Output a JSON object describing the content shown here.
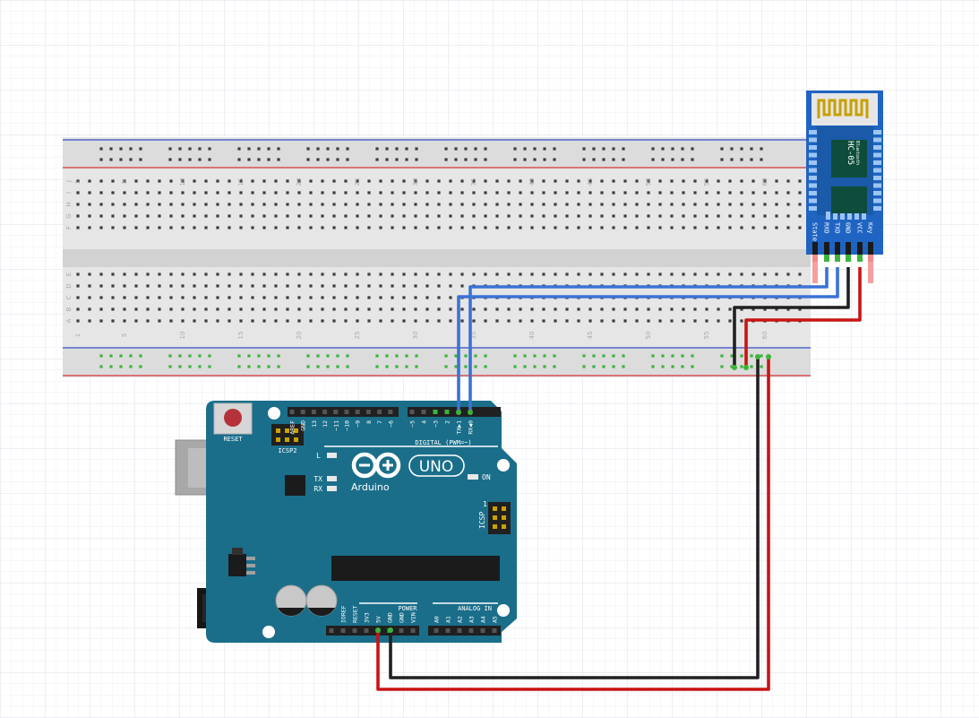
{
  "colors": {
    "grid_minor": "#eeeff5",
    "grid_major": "#dcdfea",
    "breadboard": "#e6e6e6",
    "breadboard_rail": "#dcdcdc",
    "rail_red": "#d8343a",
    "rail_blue": "#3550c8",
    "hole": "#3c3c3c",
    "hole_active": "#3cb43c",
    "arduino": "#1a6e8a",
    "arduino_dark": "#0f5570",
    "header": "#202020",
    "hc05": "#1f64c2",
    "hc05_pad": "#9ec5f2",
    "wire_blue": "#3a72d6",
    "wire_red": "#c81414",
    "wire_black": "#202020"
  },
  "breadboard": {
    "row_letters_top": [
      "J",
      "I",
      "H",
      "G",
      "F"
    ],
    "row_letters_bottom": [
      "E",
      "D",
      "C",
      "B",
      "A"
    ],
    "column_numbers": [
      "1",
      "5",
      "10",
      "15",
      "20",
      "25",
      "30",
      "35",
      "40",
      "45",
      "50",
      "55",
      "60"
    ]
  },
  "arduino": {
    "reset_label": "RESET",
    "icsp2_label": "ICSP2",
    "icsp_label": "ICSP",
    "icsp_pin1": "1",
    "led_l": "L",
    "led_tx": "TX",
    "led_rx": "RX",
    "led_on": "ON",
    "logo_text": "Arduino",
    "model_text": "UNO",
    "digital_label": "DIGITAL (PWM=~)",
    "power_label": "POWER",
    "analog_label": "ANALOG IN",
    "digital_pins": [
      "AREF",
      "GND",
      "13",
      "12",
      "~11",
      "~10",
      "~9",
      "8",
      "7",
      "~6",
      "~5",
      "4",
      "~3",
      "2",
      "TX▶1",
      "RX◀0"
    ],
    "power_pins": [
      "IOREF",
      "RESET",
      "3V3",
      "5V",
      "GND",
      "GND",
      "VIN"
    ],
    "analog_pins": [
      "A0",
      "A1",
      "A2",
      "A3",
      "A4",
      "A5"
    ]
  },
  "hc05": {
    "title": "HC-05",
    "subtitle": "Bluetooth",
    "pins": [
      "State",
      "RXD",
      "TXD",
      "GND",
      "VCC",
      "Key"
    ]
  }
}
